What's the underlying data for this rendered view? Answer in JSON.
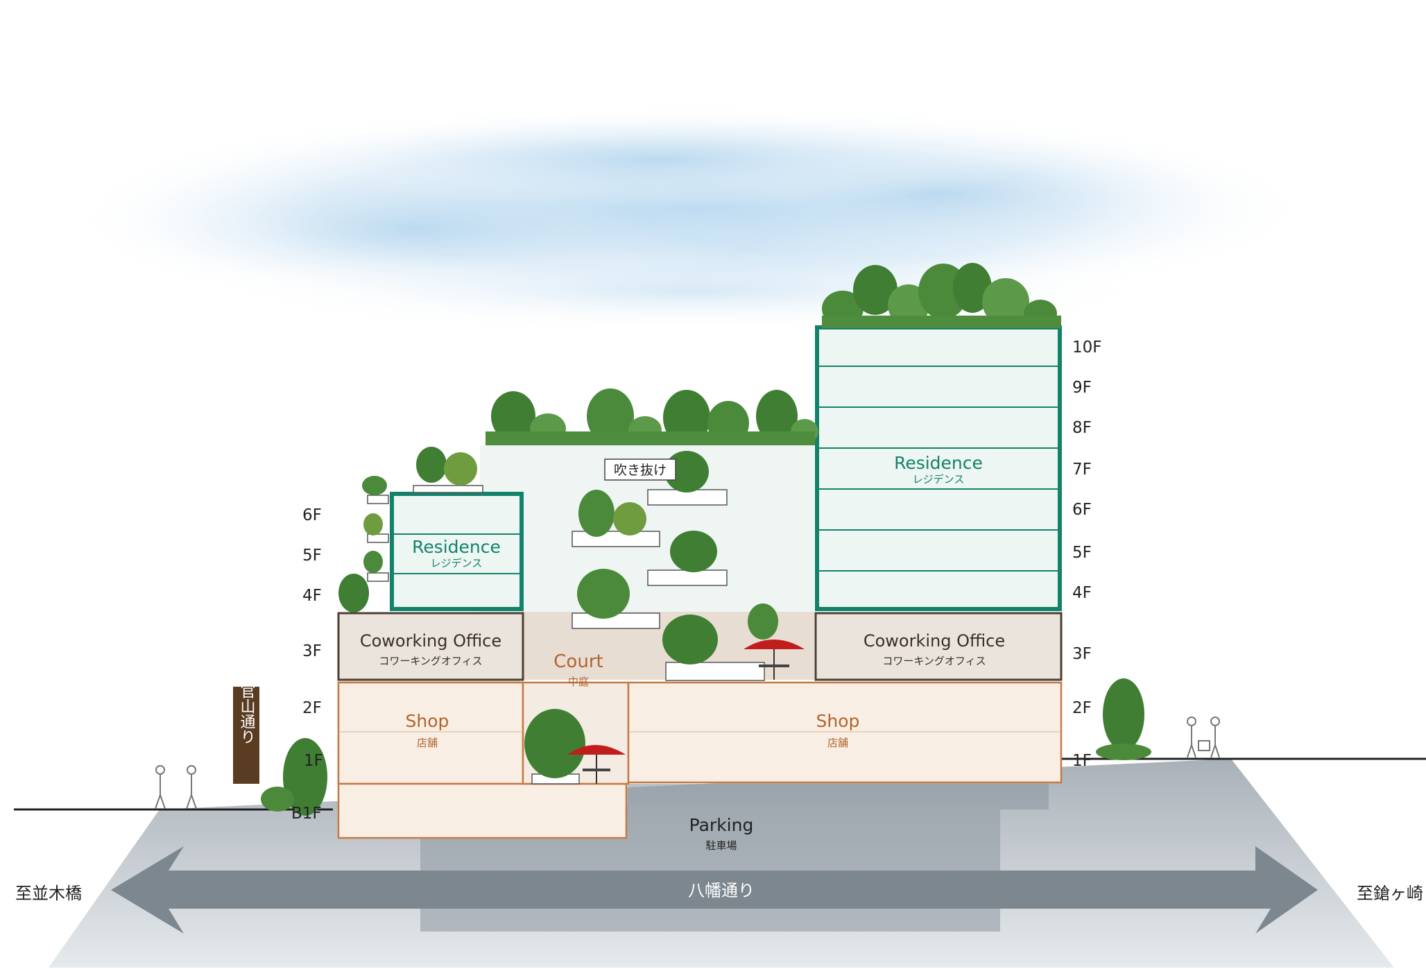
{
  "colors": {
    "residence": "#12826a",
    "residence_fill": "#eef6f3",
    "coworking_border": "#4a3f35",
    "coworking_fill": "#ebe4dc",
    "shop_border": "#c47a45",
    "shop_fill": "#f9eee4",
    "shop_text": "#b0642e",
    "court_fill": "#e8ddd2",
    "atrium_fill": "#eef5f2",
    "underground": "#9aa3ab",
    "underground_dark": "#7a858e",
    "road_sign": "#5a3c22",
    "tree": "#4a8a3a",
    "umbrella": "#c21d1d"
  },
  "residence_right": {
    "title": "Residence",
    "subtitle": "レジデンス"
  },
  "residence_left": {
    "title": "Residence",
    "subtitle": "レジデンス"
  },
  "coworking_left": {
    "title": "Coworking Office",
    "subtitle": "コワーキングオフィス"
  },
  "coworking_right": {
    "title": "Coworking Office",
    "subtitle": "コワーキングオフィス"
  },
  "court": {
    "title": "Court",
    "subtitle": "中庭"
  },
  "shop_left": {
    "title": "Shop",
    "subtitle": "店舗"
  },
  "shop_right": {
    "title": "Shop",
    "subtitle": "店舗"
  },
  "parking": {
    "title": "Parking",
    "subtitle": "駐車場"
  },
  "atrium": {
    "label": "吹き抜け"
  },
  "road_vertical": {
    "label": "代官山通り"
  },
  "road_horizontal": {
    "label": "八幡通り"
  },
  "direction_left": {
    "label": "至並木橋"
  },
  "direction_right": {
    "label": "至鎗ヶ崎"
  },
  "floors_left": [
    "6F",
    "5F",
    "4F",
    "3F",
    "2F",
    "1F",
    "B1F"
  ],
  "floors_right": [
    "10F",
    "9F",
    "8F",
    "7F",
    "6F",
    "5F",
    "4F",
    "3F",
    "2F",
    "1F"
  ]
}
